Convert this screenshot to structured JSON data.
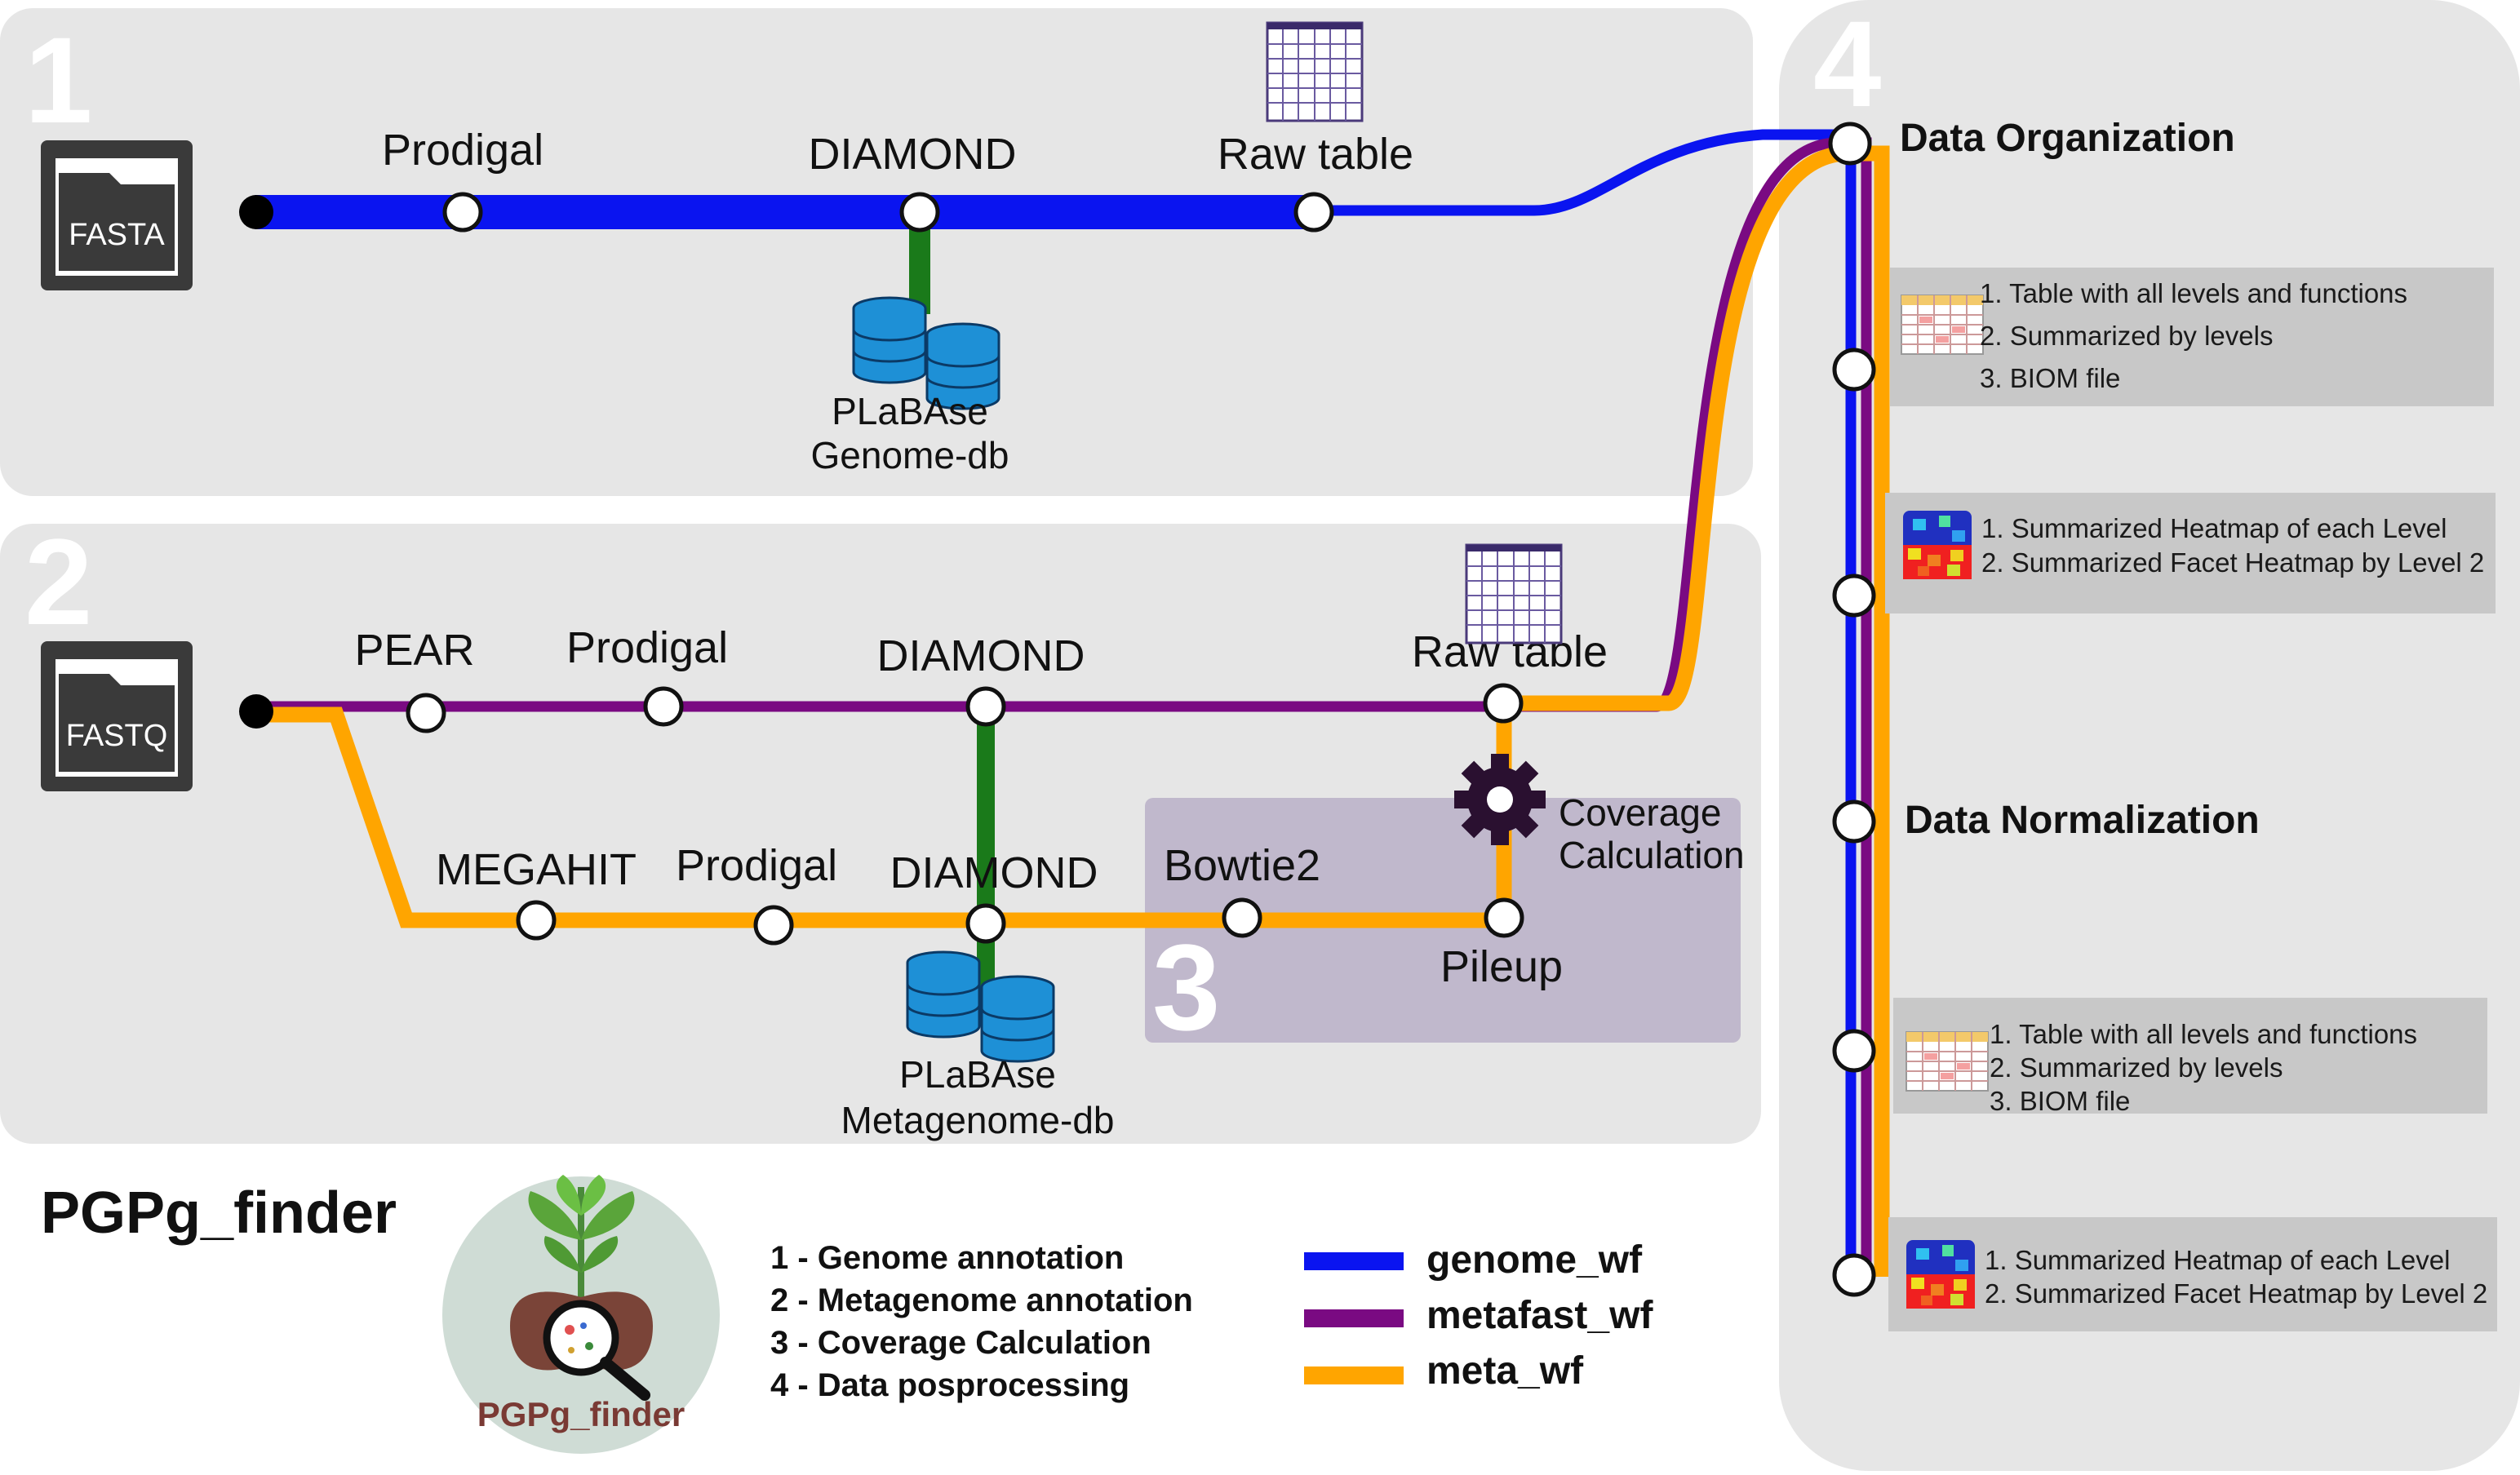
{
  "sections": {
    "s1": "1",
    "s2": "2",
    "s3": "3",
    "s4": "4"
  },
  "inputs": {
    "fasta": "FASTA",
    "fastq": "FASTQ"
  },
  "genome_path": {
    "prodigal": "Prodigal",
    "diamond": "DIAMOND",
    "raw_table": "Raw table",
    "db_line1": "PLaBAse",
    "db_line2": "Genome-db"
  },
  "metafast_path": {
    "pear": "PEAR",
    "prodigal": "Prodigal",
    "diamond": "DIAMOND",
    "raw_table": "Raw table"
  },
  "meta_path": {
    "megahit": "MEGAHIT",
    "prodigal": "Prodigal",
    "diamond": "DIAMOND",
    "bowtie2": "Bowtie2",
    "pileup": "Pileup",
    "coverage_line1": "Coverage",
    "coverage_line2": "Calculation",
    "db_line1": "PLaBAse",
    "db_line2": "Metagenome-db"
  },
  "postprocessing": {
    "organization_title": "Data Organization",
    "organization_tables": [
      "1. Table with all levels and functions",
      "2. Summarized by levels",
      "3. BIOM file"
    ],
    "organization_heatmaps": [
      "1. Summarized Heatmap of each Level",
      "2. Summarized Facet Heatmap by Level 2"
    ],
    "normalization_title": "Data Normalization",
    "normalization_tables": [
      "1. Table with all levels and functions",
      "2. Summarized by levels",
      "3. BIOM file"
    ],
    "normalization_heatmaps": [
      "1. Summarized Heatmap of each Level",
      "2. Summarized Facet Heatmap by Level 2"
    ]
  },
  "brand": {
    "title": "PGPg_finder",
    "logo_text": "PGPg_finder"
  },
  "legend": {
    "steps": [
      "1 - Genome annotation",
      "2 - Metagenome annotation",
      "3 - Coverage Calculation",
      "4 - Data posprocessing"
    ],
    "workflows": [
      {
        "name": "genome_wf",
        "color": "#0a14f0"
      },
      {
        "name": "metafast_wf",
        "color": "#7a0a82"
      },
      {
        "name": "meta_wf",
        "color": "#ffa500"
      }
    ]
  },
  "colors": {
    "panel": "#e6e6e6",
    "coverage_panel": "#c0b8cc",
    "db_link": "#1a7a1a"
  }
}
